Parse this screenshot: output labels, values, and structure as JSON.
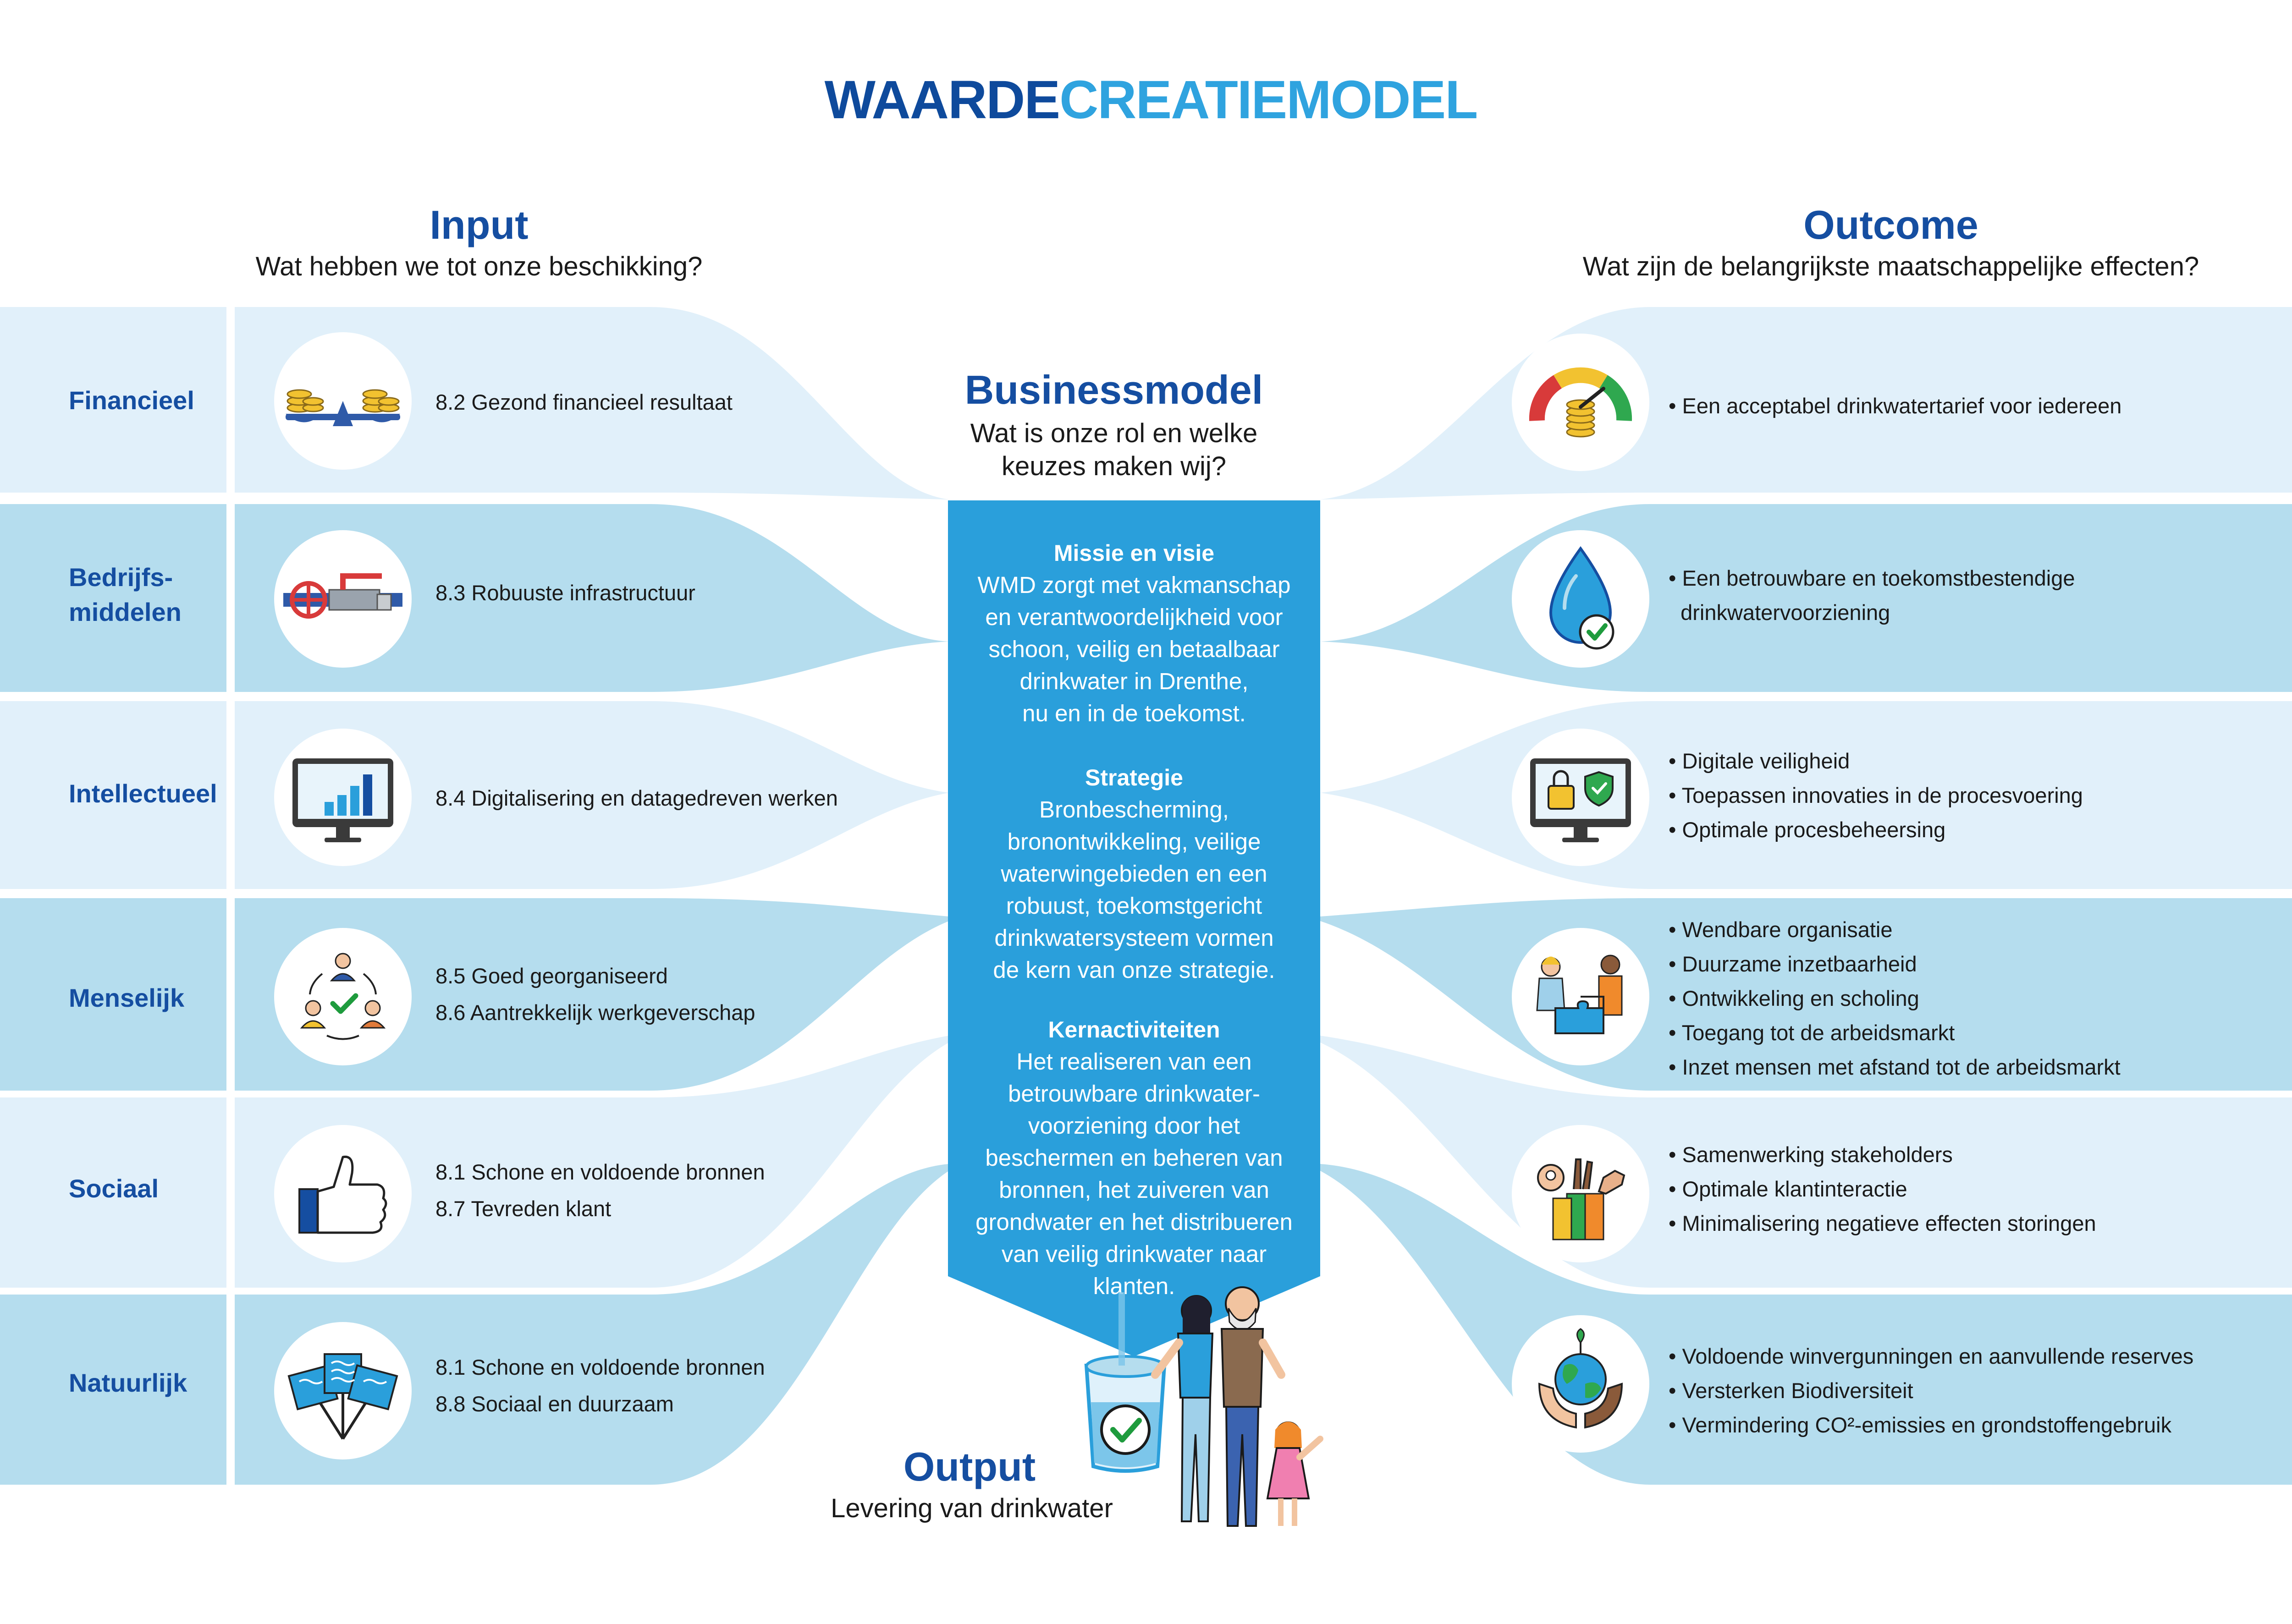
{
  "title": {
    "part1": "WAARDE",
    "part2": "CREATIEMODEL"
  },
  "input": {
    "title": "Input",
    "subtitle": "Wat hebben we tot onze beschikking?"
  },
  "outcome": {
    "title": "Outcome",
    "subtitle": "Wat zijn de belangrijkste maatschappelijke effecten?"
  },
  "businessmodel": {
    "title": "Businessmodel",
    "subtitle_lines": [
      "Wat is onze rol en welke",
      "keuzes maken wij?"
    ],
    "sections": [
      {
        "heading": "Missie en visie",
        "lines": [
          "WMD zorgt met vakmanschap",
          "en verantwoordelijkheid voor",
          "schoon, veilig en betaalbaar",
          "drinkwater in Drenthe,",
          "nu en in de toekomst."
        ]
      },
      {
        "heading": "Strategie",
        "lines": [
          "Bronbescherming,",
          "bronontwikkeling, veilige",
          "waterwingebieden en een",
          "robuust, toekomstgericht",
          "drinkwatersysteem vormen",
          "de kern van onze strategie."
        ]
      },
      {
        "heading": "Kernactiviteiten",
        "lines": [
          "Het realiseren van een",
          "betrouwbare drinkwater-",
          "voorziening door het",
          "beschermen en beheren van",
          "bronnen, het zuiveren van",
          "grondwater en het distribueren",
          "van veilig drinkwater naar",
          "klanten."
        ]
      }
    ]
  },
  "output": {
    "title": "Output",
    "subtitle": "Levering van drinkwater"
  },
  "rows": [
    {
      "label_lines": [
        "Financieel"
      ],
      "icon": "balance-scale-coins-icon",
      "items": [
        "8.2 Gezond financieel resultaat"
      ],
      "outcome_icon": "gauge-coins-icon",
      "outcomes": [
        "• Een acceptabel drinkwatertarief voor iedereen"
      ]
    },
    {
      "label_lines": [
        "Bedrijfs-",
        "middelen"
      ],
      "icon": "pipeline-valve-icon",
      "items": [
        "8.3 Robuuste infrastructuur"
      ],
      "outcome_icon": "water-drop-check-icon",
      "outcomes": [
        "• Een betrouwbare en toekomstbestendige",
        "  drinkwatervoorziening"
      ]
    },
    {
      "label_lines": [
        "Intellectueel"
      ],
      "icon": "monitor-chart-icon",
      "items": [
        "8.4 Digitalisering en datagedreven werken"
      ],
      "outcome_icon": "monitor-security-icon",
      "outcomes": [
        "• Digitale veiligheid",
        "• Toepassen innovaties in de procesvoering",
        "• Optimale procesbeheersing"
      ]
    },
    {
      "label_lines": [
        "Menselijk"
      ],
      "icon": "people-cycle-check-icon",
      "items": [
        "8.5 Goed georganiseerd",
        "8.6 Aantrekkelijk werkgeverschap"
      ],
      "outcome_icon": "people-puzzle-icon",
      "outcomes": [
        "• Wendbare organisatie",
        "• Duurzame inzetbaarheid",
        "• Ontwikkeling en scholing",
        "• Toegang tot de arbeidsmarkt",
        "• Inzet mensen met afstand tot de arbeidsmarkt"
      ]
    },
    {
      "label_lines": [
        "Sociaal"
      ],
      "icon": "thumbs-up-icon",
      "items": [
        "8.1 Schone en voldoende bronnen",
        "8.7 Tevreden klant"
      ],
      "outcome_icon": "raised-hands-icon",
      "outcomes": [
        "• Samenwerking stakeholders",
        "• Optimale klantinteractie",
        "• Minimalisering negatieve effecten storingen"
      ]
    },
    {
      "label_lines": [
        "Natuurlijk"
      ],
      "icon": "water-signs-icon",
      "items": [
        "8.1 Schone en voldoende bronnen",
        "8.8 Sociaal en duurzaam"
      ],
      "outcome_icon": "globe-hands-icon",
      "outcomes": [
        "• Voldoende winvergunningen en aanvullende reserves",
        "• Versterken Biodiversiteit",
        "• Vermindering CO²-emissies en grondstoffengebruik"
      ]
    }
  ],
  "colors": {
    "dark_blue": "#154ea1",
    "light_blue": "#2fa3df",
    "band_light": "#e1f0fa",
    "band_dark": "#b5ddee",
    "center_box": "#2a9fdb"
  }
}
